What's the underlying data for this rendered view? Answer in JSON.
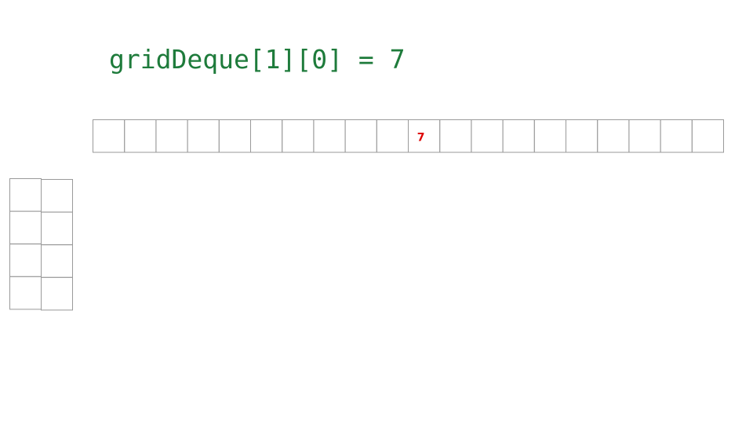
{
  "expression": "gridDeque[1][0] = 7",
  "colors": {
    "expression": "#1e7b3b",
    "cell_border": "#9a9a9a",
    "highlight_value": "#dd0000"
  },
  "deque_array": {
    "cells": [
      "",
      "",
      "",
      "",
      "",
      "",
      "",
      "",
      "",
      "",
      "7",
      "",
      "",
      "",
      "",
      "",
      "",
      "",
      "",
      ""
    ],
    "highlight_index": 10
  },
  "map_array": {
    "columns": 2,
    "rows": 4
  }
}
